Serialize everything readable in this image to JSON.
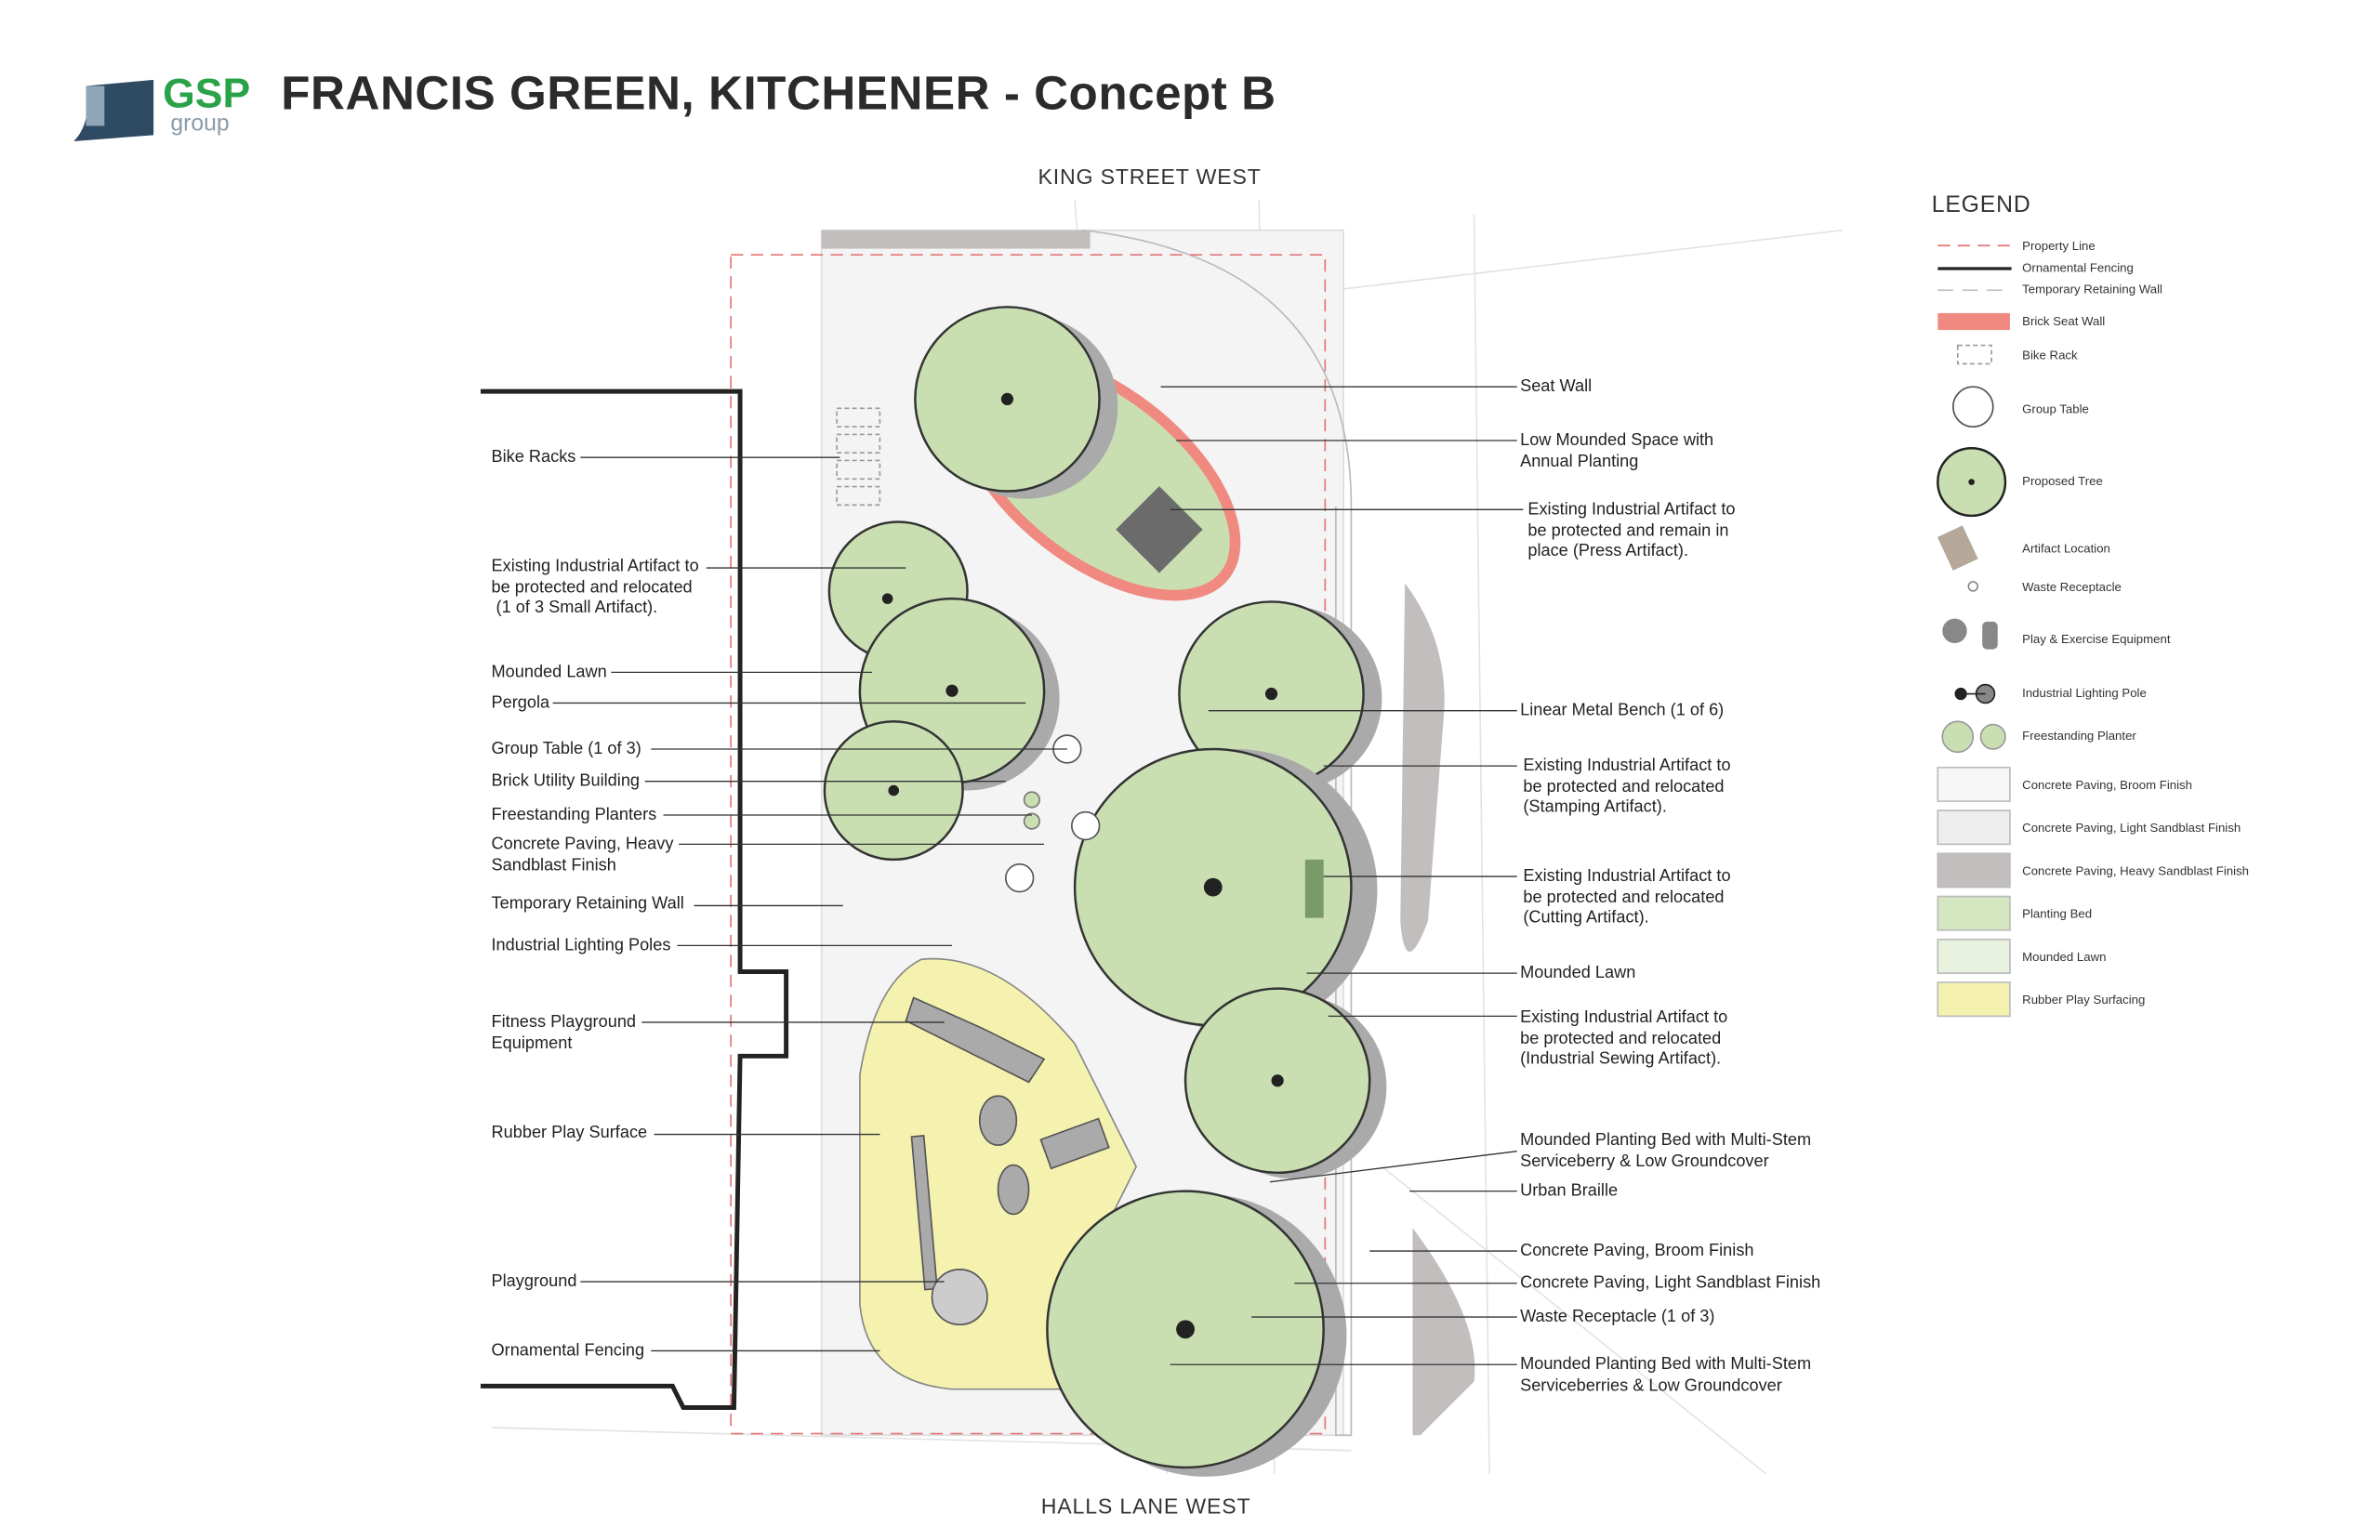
{
  "header": {
    "logo_text": "GSP",
    "logo_subtext": "group",
    "title": "FRANCIS GREEN, KITCHENER - Concept B"
  },
  "streets": {
    "north": "KING STREET WEST",
    "south": "HALLS LANE WEST"
  },
  "left_labels": [
    {
      "text": "Bike Racks"
    },
    {
      "text": "Existing Industrial Artifact to\nbe protected and relocated\n (1 of 3 Small Artifact)."
    },
    {
      "text": "Mounded Lawn"
    },
    {
      "text": "Pergola"
    },
    {
      "text": "Group Table (1 of 3)"
    },
    {
      "text": "Brick Utility Building"
    },
    {
      "text": "Freestanding Planters"
    },
    {
      "text": "Concrete Paving, Heavy\nSandblast Finish"
    },
    {
      "text": "Temporary Retaining Wall"
    },
    {
      "text": "Industrial Lighting Poles"
    },
    {
      "text": "Fitness Playground\nEquipment"
    },
    {
      "text": "Rubber Play Surface"
    },
    {
      "text": "Playground"
    },
    {
      "text": "Ornamental Fencing"
    }
  ],
  "right_labels": [
    {
      "text": "Seat Wall"
    },
    {
      "text": "Low Mounded Space with\nAnnual Planting"
    },
    {
      "text": "Existing Industrial Artifact to\nbe protected and remain in\nplace (Press Artifact)."
    },
    {
      "text": "Linear Metal Bench (1 of 6)"
    },
    {
      "text": "Existing Industrial Artifact to\nbe protected and relocated\n(Stamping Artifact)."
    },
    {
      "text": "Existing Industrial Artifact to\nbe protected and relocated\n(Cutting Artifact)."
    },
    {
      "text": "Mounded Lawn"
    },
    {
      "text": "Existing Industrial Artifact to\nbe protected and relocated\n(Industrial Sewing Artifact)."
    },
    {
      "text": "Mounded Planting Bed with Multi-Stem\nServiceberry & Low Groundcover"
    },
    {
      "text": "Urban Braille"
    },
    {
      "text": "Concrete Paving, Broom Finish"
    },
    {
      "text": "Concrete Paving, Light Sandblast Finish"
    },
    {
      "text": "Waste Receptacle (1 of 3)"
    },
    {
      "text": "Mounded Planting Bed with Multi-Stem\nServiceberries & Low Groundcover"
    }
  ],
  "legend": {
    "title": "LEGEND",
    "items": [
      {
        "label": "Property Line",
        "icon": "property-line-icon"
      },
      {
        "label": "Ornamental Fencing",
        "icon": "fencing-line-icon"
      },
      {
        "label": "Temporary Retaining Wall",
        "icon": "retaining-wall-line-icon"
      },
      {
        "label": "Brick Seat Wall",
        "icon": "seat-wall-swatch",
        "color": "#f08a80"
      },
      {
        "label": "Bike Rack",
        "icon": "bike-rack-icon"
      },
      {
        "label": "Group Table",
        "icon": "group-table-icon"
      },
      {
        "label": "Proposed Tree",
        "icon": "tree-icon"
      },
      {
        "label": "Artifact Location",
        "icon": "artifact-icon"
      },
      {
        "label": "Waste Receptacle",
        "icon": "waste-receptacle-icon"
      },
      {
        "label": "Play & Exercise Equipment",
        "icon": "play-equipment-icon"
      },
      {
        "label": "Industrial Lighting Pole",
        "icon": "lighting-pole-icon"
      },
      {
        "label": "Freestanding Planter",
        "icon": "planter-icon"
      },
      {
        "label": "Concrete Paving, Broom Finish",
        "icon": "swatch",
        "color": "#f7f7f7"
      },
      {
        "label": "Concrete Paving, Light Sandblast Finish",
        "icon": "swatch",
        "color": "#eeeeee"
      },
      {
        "label": "Concrete Paving, Heavy Sandblast Finish",
        "icon": "swatch",
        "color": "#c2bebd"
      },
      {
        "label": "Planting Bed",
        "icon": "swatch",
        "color": "#d3e6c0"
      },
      {
        "label": "Mounded Lawn",
        "icon": "swatch",
        "color": "#e8f1de"
      },
      {
        "label": "Rubber Play Surfacing",
        "icon": "swatch",
        "color": "#f5f2b0"
      }
    ]
  },
  "colors": {
    "brand_green": "#2aa24a",
    "logo_navy": "#2f4a63",
    "seat_wall": "#f08a80",
    "planting": "#c9dfb2",
    "rubber": "#f5f2b0",
    "paving_heavy": "#c2bebd"
  }
}
